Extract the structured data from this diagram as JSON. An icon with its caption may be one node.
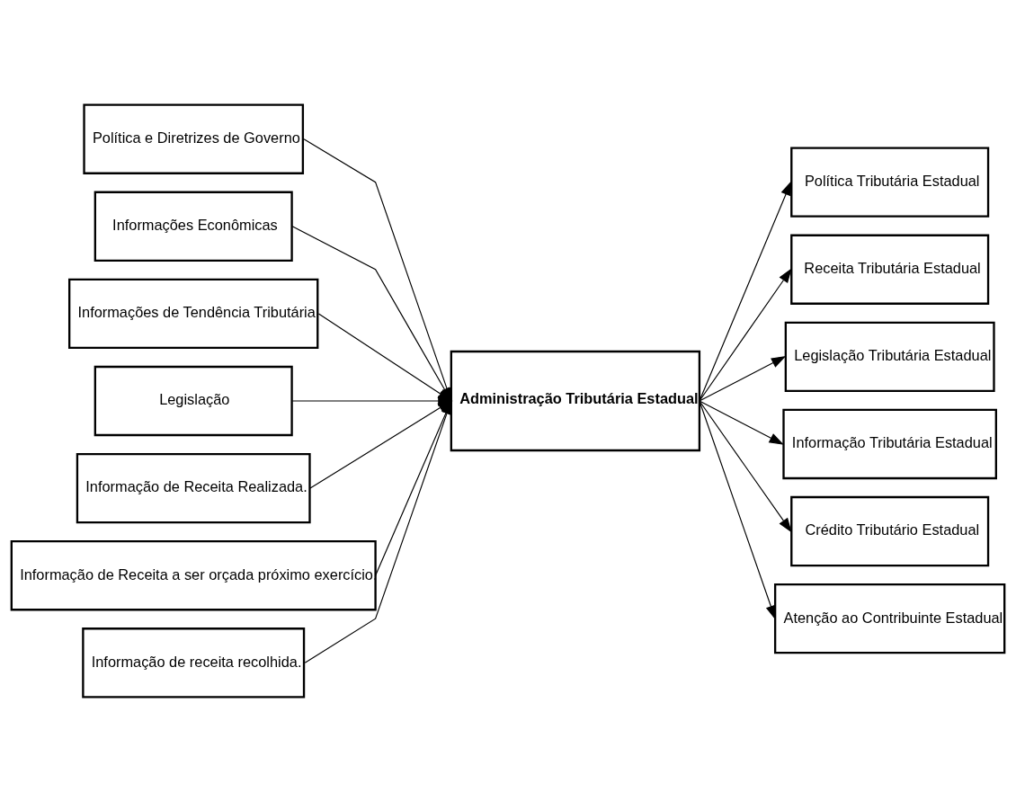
{
  "diagram": {
    "nodes": [
      {
        "text": [
          "Política e Diretrizes de Governo"
        ]
      },
      {
        "text": [
          "Informações Econômicas"
        ]
      },
      {
        "text": [
          "Informações de Tendência Tributária"
        ]
      },
      {
        "text": [
          "Legislação"
        ]
      },
      {
        "text": [
          "Informação de Receita Realizada."
        ]
      },
      {
        "text": [
          "Informação de Receita a ser orçada próximo exercício."
        ]
      },
      {
        "text": [
          "Informação de receita recolhida."
        ]
      },
      {
        "text": [
          "Administração Tributária Estadual"
        ]
      },
      {
        "text": [
          "Política Tributária Estadual"
        ]
      },
      {
        "text": [
          "Receita Tributária Estadual"
        ]
      },
      {
        "text": [
          "Legislação Tributária Estadual"
        ]
      },
      {
        "text": [
          "Informação Tributária Estadual"
        ]
      },
      {
        "text": [
          "Crédito Tributário Estadual"
        ]
      },
      {
        "text": [
          "Atenção ao Contribuinte Estadual"
        ]
      }
    ],
    "edges": [
      {
        "from": 0,
        "to": 7,
        "arrow": "to"
      },
      {
        "from": 1,
        "to": 7,
        "arrow": "to"
      },
      {
        "from": 2,
        "to": 7,
        "arrow": "to"
      },
      {
        "from": 3,
        "to": 7,
        "arrow": "to"
      },
      {
        "from": 4,
        "to": 7,
        "arrow": "to"
      },
      {
        "from": 5,
        "to": 7,
        "arrow": "to"
      },
      {
        "from": 6,
        "to": 7,
        "arrow": "to"
      },
      {
        "from": 7,
        "to": 8,
        "arrow": "to"
      },
      {
        "from": 7,
        "to": 9,
        "arrow": "to"
      },
      {
        "from": 7,
        "to": 10,
        "arrow": "to"
      },
      {
        "from": 7,
        "to": 11,
        "arrow": "to"
      },
      {
        "from": 7,
        "to": 12,
        "arrow": "to"
      },
      {
        "from": 7,
        "to": 13,
        "arrow": "to"
      }
    ]
  }
}
